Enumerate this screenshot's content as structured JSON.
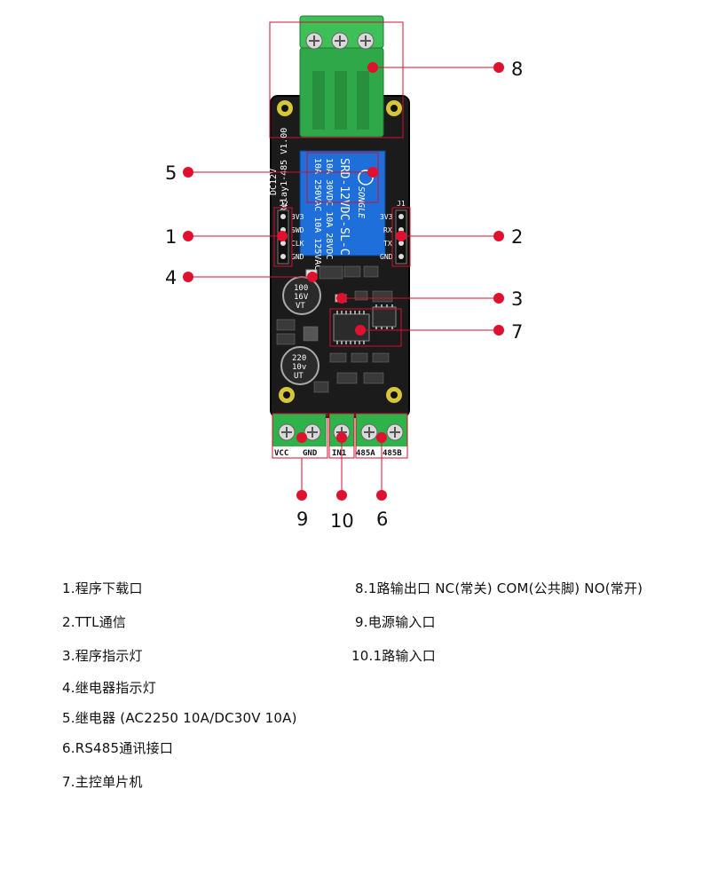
{
  "diagram": {
    "callouts": [
      "1",
      "2",
      "3",
      "4",
      "5",
      "6",
      "7",
      "8",
      "9",
      "10"
    ],
    "colors": {
      "callout_dot": "#e0102f",
      "terminal": "#2fb24a",
      "relay": "#1f6fd6",
      "pcb": "#1a1a1a"
    },
    "relay_text": {
      "brand": "SONGLE",
      "model": "SRD-12VDC-SL-C",
      "rating1": "10A 250VAC  10A 125VAC",
      "rating2": "10A 30VDC   10A 28VDC"
    },
    "board_text": {
      "name": "Relay1-485 V1.00",
      "voltage": "DC12V",
      "j2_label": "J2",
      "j1_label": "J1",
      "j2_pins": [
        "3V3",
        "SWD",
        "CLK",
        "GND"
      ],
      "j1_pins": [
        "3V3",
        "RX",
        "TX",
        "GND"
      ],
      "cap1": [
        "100",
        "16V",
        "VT"
      ],
      "cap2": [
        "220",
        "10v",
        "UT"
      ],
      "bottom_terminals": [
        "VCC",
        "GND",
        "IN1",
        "485A",
        "485B"
      ]
    }
  },
  "legend": {
    "left": [
      "1.程序下载口",
      "2.TTL通信",
      "3.程序指示灯",
      "4.继电器指示灯",
      "5.继电器 (AC2250 10A/DC30V 10A)",
      "6.RS485通讯接口",
      "7.主控单片机"
    ],
    "right": [
      "8.1路输出口 NC(常关) COM(公共脚) NO(常开)",
      "9.电源输入口",
      "10.1路输入口"
    ]
  }
}
